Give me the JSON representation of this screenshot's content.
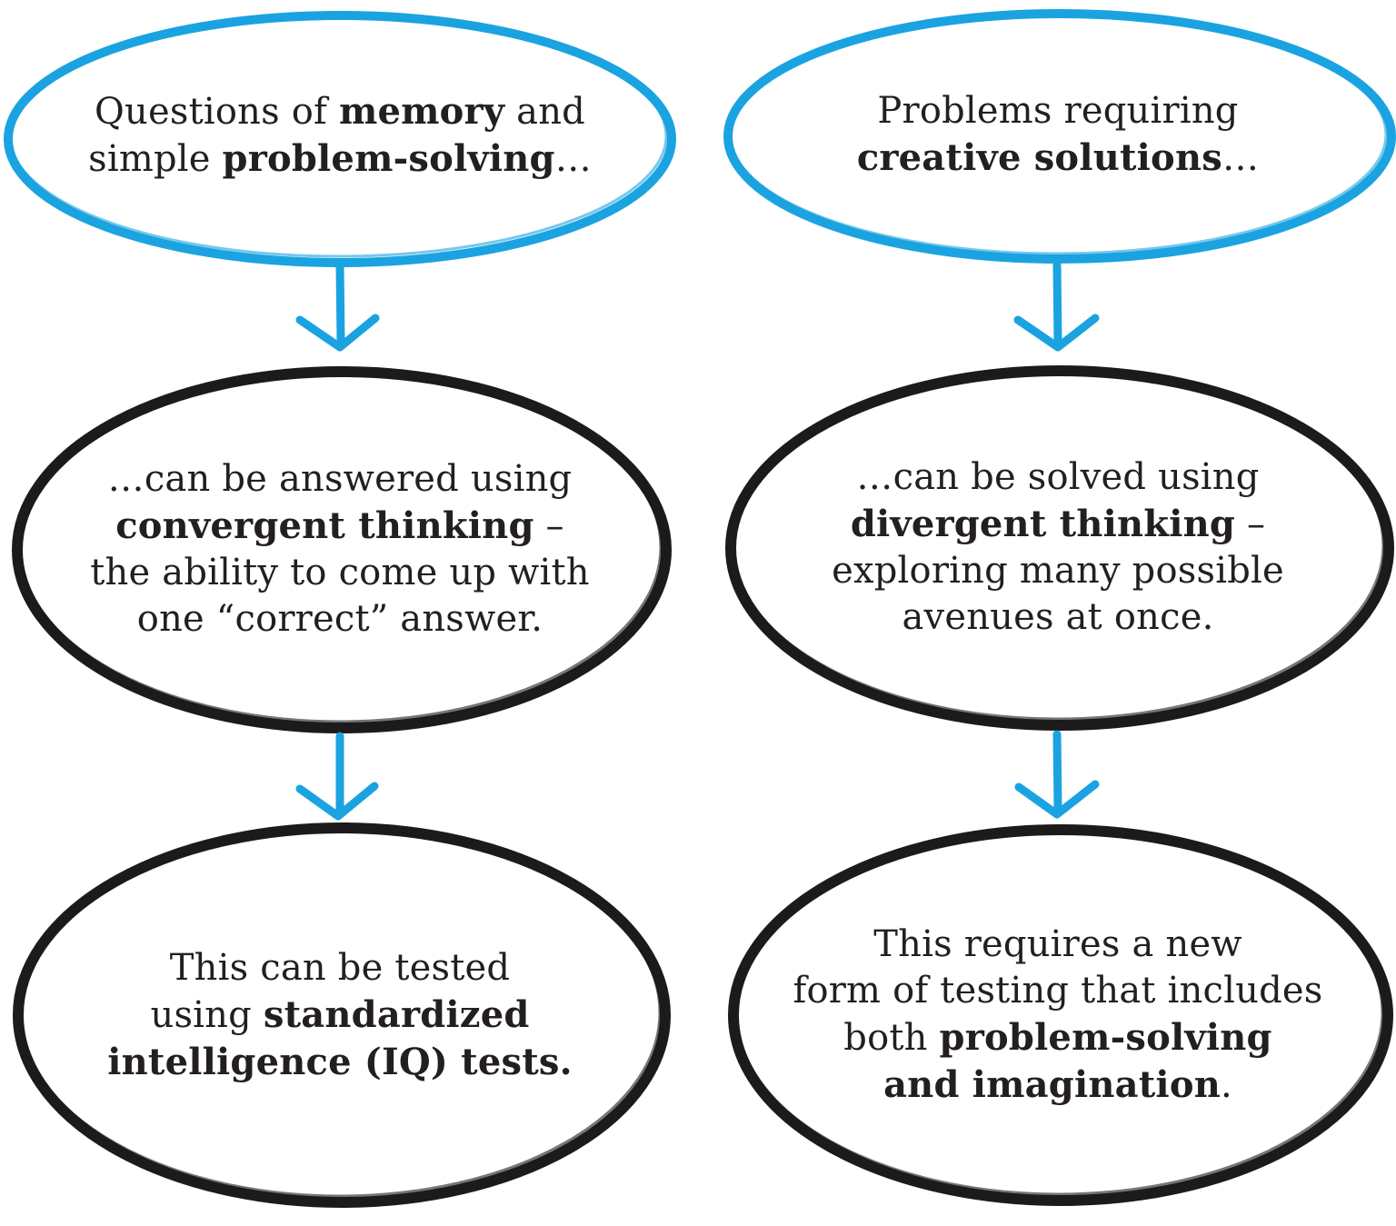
{
  "colors": {
    "blue_stroke": "#1aa3e0",
    "black_stroke": "#1c1a1b",
    "arrow": "#1aa3e0",
    "text": "#231f20"
  },
  "nodes": {
    "left_top": {
      "line1": {
        "a": "Questions of ",
        "b": "memory",
        "c": " and"
      },
      "line2": {
        "a": "simple ",
        "b": "problem-solving",
        "c": "…"
      }
    },
    "right_top": {
      "line1": {
        "a": "Problems requiring"
      },
      "line2": {
        "b": "creative solutions",
        "c": "…"
      }
    },
    "left_mid": {
      "line1": {
        "a": "…can be answered using"
      },
      "line2": {
        "b": "convergent thinking",
        "c": " –"
      },
      "line3": {
        "a": "the ability to come up with"
      },
      "line4": {
        "a": "one “correct” answer."
      }
    },
    "right_mid": {
      "line1": {
        "a": "…can be solved using"
      },
      "line2": {
        "b": "divergent thinking",
        "c": " –"
      },
      "line3": {
        "a": "exploring many possible"
      },
      "line4": {
        "a": "avenues at once."
      }
    },
    "left_bottom": {
      "line1": {
        "a": "This can be tested"
      },
      "line2": {
        "a": "using ",
        "b": "standardized"
      },
      "line3": {
        "b": "intelligence (IQ) tests."
      }
    },
    "right_bottom": {
      "line1": {
        "a": "This requires a new"
      },
      "line2": {
        "a": "form of testing that includes"
      },
      "line3": {
        "a": "both ",
        "b": "problem-solving"
      },
      "line4": {
        "b": "and imagination",
        "c": "."
      }
    }
  }
}
